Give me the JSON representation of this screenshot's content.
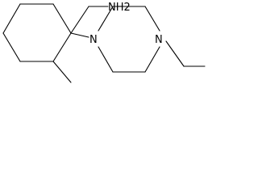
{
  "molecule": {
    "labels": {
      "amine": "NH2",
      "piperazine_n1": "N",
      "piperazine_n4": "N"
    }
  }
}
